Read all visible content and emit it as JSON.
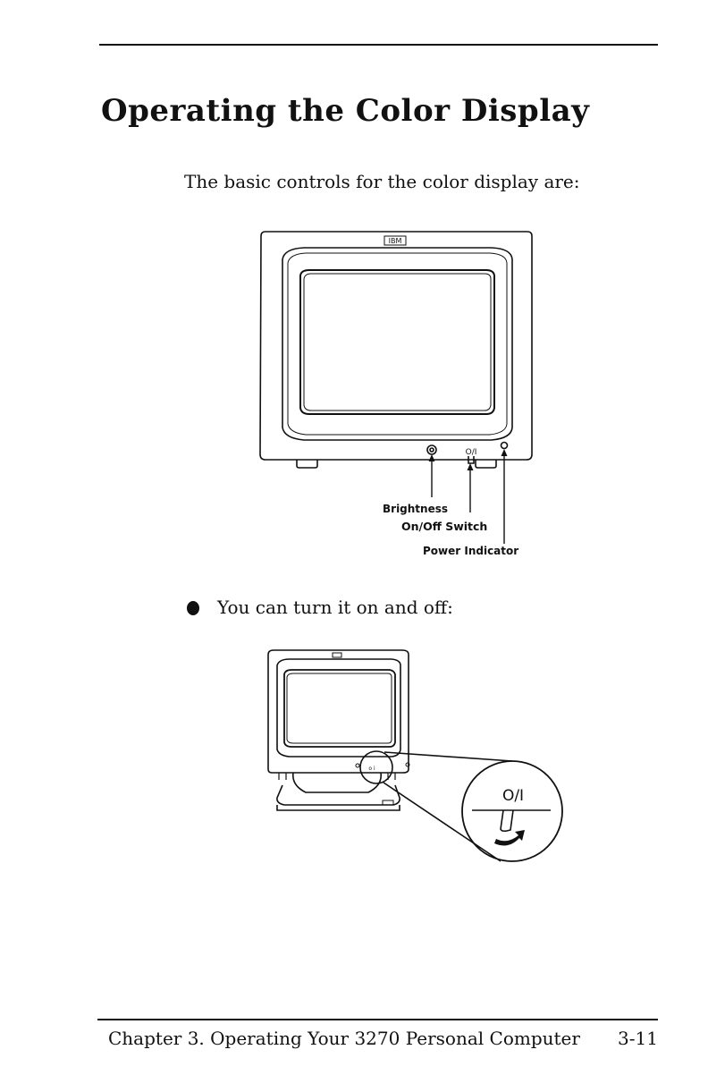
{
  "heading": "Operating the Color Display",
  "intro": "The basic controls for the color display are:",
  "figure1": {
    "logo": "IBM",
    "switch_marking": "O/I",
    "labels": {
      "brightness": "Brightness",
      "switch": "On/Off Switch",
      "indicator": "Power Indicator"
    }
  },
  "bullet": "You can turn it on and off:",
  "figure2": {
    "switch_marking": "O/I"
  },
  "footer": {
    "chapter": "Chapter 3. Operating Your 3270 Personal Computer",
    "page": "3-11"
  }
}
